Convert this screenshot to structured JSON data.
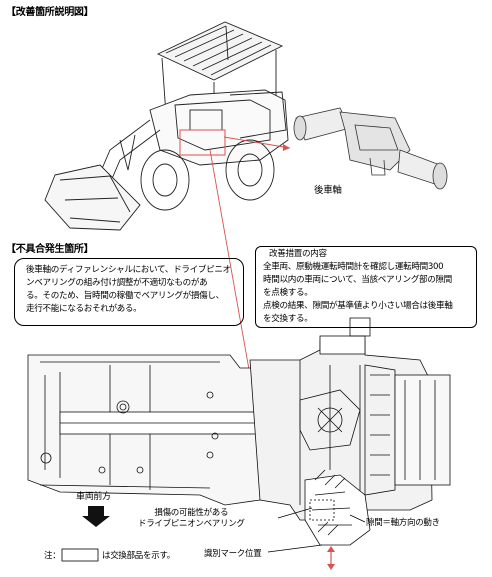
{
  "section_improvement": {
    "title": "【改善箇所説明図】"
  },
  "section_defect": {
    "title": "【不具合発生箇所】"
  },
  "rear_axle_label": "後車軸",
  "defect_description": {
    "lines": [
      "後車軸のディファレンシャルにおいて、ドライブピニオ",
      "ンベアリングの組み付け調整が不適切なものがあ",
      "る。そのため、旨時間の稼働でベアリングが損傷し、",
      "走行不能になるおそれがある。"
    ]
  },
  "improvement_measures": {
    "title": "改善措置の内容",
    "lines": [
      "全車両、原動機運転時間計を確認し運転時間300",
      "時間以内の車両について、当該ベアリング部の隙間",
      "を点検する。",
      "点検の結果、隙間が基準値より小さい場合は後車軸",
      "を交換する。"
    ]
  },
  "vehicle_front": {
    "label": "車両前方"
  },
  "damaged_part_label": {
    "line1": "損傷の可能性がある",
    "line2": "ドライブピニオンベアリング"
  },
  "gap_label": "隙間＝軸方向の動き",
  "id_mark_label": "識別マーク位置",
  "note": {
    "prefix": "注：",
    "suffix": "は交換部品を示す。"
  },
  "colors": {
    "arrow_red": "#d9534f",
    "line": "#000000"
  }
}
